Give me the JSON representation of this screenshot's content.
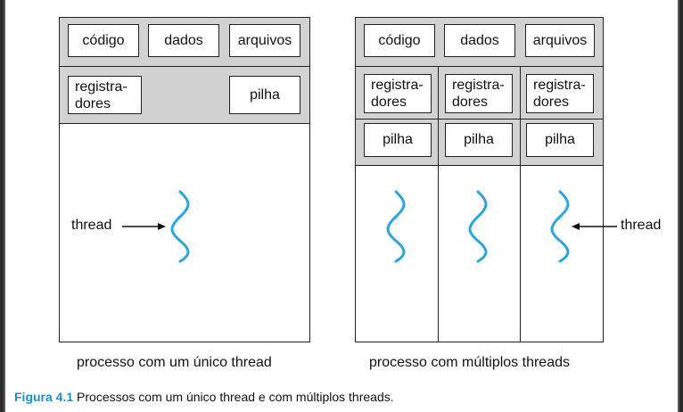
{
  "single": {
    "shared": [
      "código",
      "dados",
      "arquivos"
    ],
    "registers": "registra-\ndores",
    "stack": "pilha",
    "thread_label": "thread",
    "caption": "processo com um único thread"
  },
  "multi": {
    "shared": [
      "código",
      "dados",
      "arquivos"
    ],
    "registers": [
      "registra-\ndores",
      "registra-\ndores",
      "registra-\ndores"
    ],
    "stacks": [
      "pilha",
      "pilha",
      "pilha"
    ],
    "thread_label": "thread",
    "caption": "processo com múltiplos threads"
  },
  "figure": {
    "number": "Figura 4.1",
    "text": "Processos com um único thread e com múltiplos threads."
  },
  "colors": {
    "thread": "#29a6e0",
    "section": "#d2d2d2",
    "figure_label": "#1e8fc7"
  }
}
